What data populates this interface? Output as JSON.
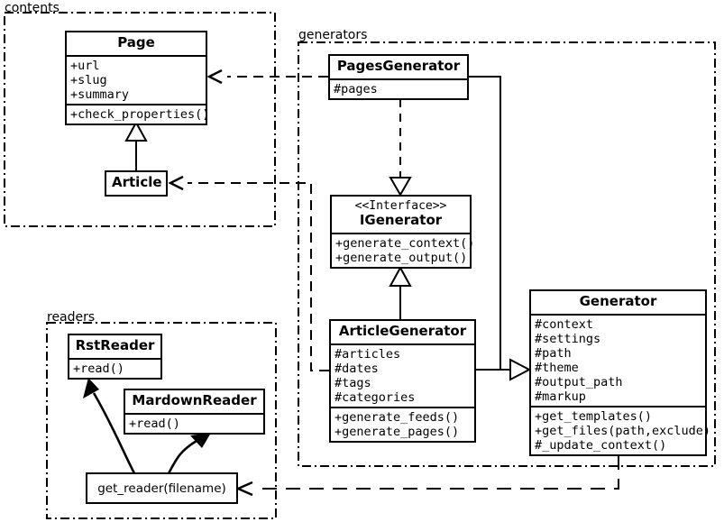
{
  "diagram": {
    "type": "uml-class-diagram",
    "packages": [
      {
        "id": "contents",
        "label": "contents"
      },
      {
        "id": "generators",
        "label": "generators"
      },
      {
        "id": "readers",
        "label": "readers"
      }
    ]
  },
  "classes": {
    "page": {
      "name": "Page",
      "attributes": [
        "+url",
        "+slug",
        "+summary"
      ],
      "methods": [
        "+check_properties()"
      ]
    },
    "article": {
      "name": "Article",
      "attributes": [],
      "methods": []
    },
    "pages_generator": {
      "name": "PagesGenerator",
      "attributes": [
        "#pages"
      ],
      "methods": []
    },
    "igenerator": {
      "stereotype": "<<Interface>>",
      "name": "IGenerator",
      "attributes": [],
      "methods": [
        "+generate_context()",
        "+generate_output()"
      ]
    },
    "article_generator": {
      "name": "ArticleGenerator",
      "attributes": [
        "#articles",
        "#dates",
        "#tags",
        "#categories"
      ],
      "methods": [
        "+generate_feeds()",
        "+generate_pages()"
      ]
    },
    "generator": {
      "name": "Generator",
      "attributes": [
        "#context",
        "#settings",
        "#path",
        "#theme",
        "#output_path",
        "#markup"
      ],
      "methods": [
        "+get_templates()",
        "+get_files(path,exclude)",
        "#_update_context()"
      ]
    },
    "rst_reader": {
      "name": "RstReader",
      "attributes": [],
      "methods": [
        "+read()"
      ]
    },
    "mardown_reader": {
      "name": "MardownReader",
      "attributes": [],
      "methods": [
        "+read()"
      ]
    },
    "get_reader": {
      "name": "get_reader(filename)"
    }
  },
  "relationships": [
    {
      "kind": "generalization",
      "from": "Article",
      "to": "Page"
    },
    {
      "kind": "realization",
      "from": "PagesGenerator",
      "to": "IGenerator"
    },
    {
      "kind": "generalization",
      "from": "ArticleGenerator",
      "to": "IGenerator"
    },
    {
      "kind": "generalization",
      "from": "PagesGenerator",
      "to": "Generator"
    },
    {
      "kind": "generalization",
      "from": "ArticleGenerator",
      "to": "Generator"
    },
    {
      "kind": "dependency",
      "from": "PagesGenerator",
      "to": "Page"
    },
    {
      "kind": "dependency",
      "from": "ArticleGenerator",
      "to": "Article"
    },
    {
      "kind": "dependency",
      "from": "Generator",
      "to": "get_reader(filename)"
    },
    {
      "kind": "association",
      "from": "get_reader(filename)",
      "to": "RstReader"
    },
    {
      "kind": "association",
      "from": "get_reader(filename)",
      "to": "MardownReader"
    }
  ],
  "colors": {
    "stroke": "#000000",
    "background": "#ffffff"
  }
}
